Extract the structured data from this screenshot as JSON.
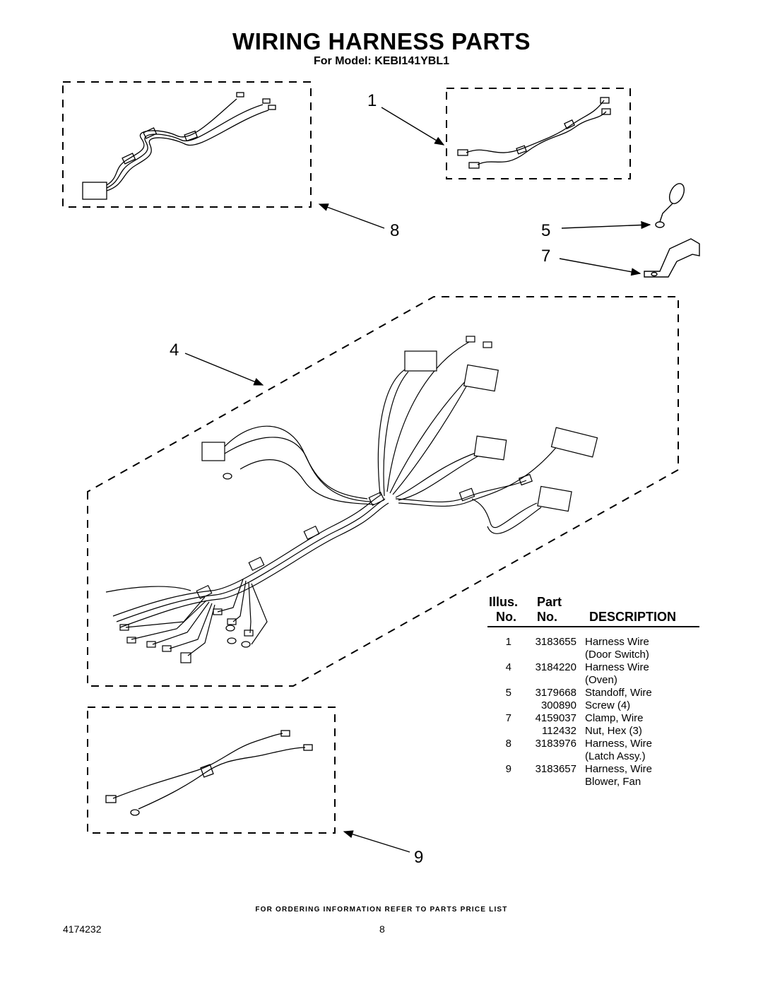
{
  "header": {
    "title": "WIRING HARNESS PARTS",
    "subtitle": "For Model: KEBI141YBL1"
  },
  "callouts": [
    "1",
    "8",
    "5",
    "7",
    "4",
    "9"
  ],
  "parts_table": {
    "headers": {
      "illus_top": "Illus.",
      "part_top": "Part",
      "illus_bottom": "No.",
      "part_bottom": "No.",
      "description": "DESCRIPTION"
    },
    "rows": [
      {
        "illus": "1",
        "part": "3183655",
        "desc": "Harness Wire"
      },
      {
        "illus": "",
        "part": "",
        "desc": "(Door Switch)"
      },
      {
        "illus": "4",
        "part": "3184220",
        "desc": "Harness Wire"
      },
      {
        "illus": "",
        "part": "",
        "desc": "(Oven)"
      },
      {
        "illus": "5",
        "part": "3179668",
        "desc": "Standoff, Wire"
      },
      {
        "illus": "",
        "part": "300890",
        "desc": "Screw (4)"
      },
      {
        "illus": "7",
        "part": "4159037",
        "desc": "Clamp, Wire"
      },
      {
        "illus": "",
        "part": "112432",
        "desc": "Nut, Hex (3)"
      },
      {
        "illus": "8",
        "part": "3183976",
        "desc": "Harness, Wire"
      },
      {
        "illus": "",
        "part": "",
        "desc": "(Latch Assy.)"
      },
      {
        "illus": "9",
        "part": "3183657",
        "desc": "Harness, Wire"
      },
      {
        "illus": "",
        "part": "",
        "desc": "Blower, Fan"
      }
    ]
  },
  "footer": {
    "note": "FOR ORDERING INFORMATION REFER TO PARTS PRICE LIST",
    "doc_number": "4174232",
    "page_number": "8"
  }
}
